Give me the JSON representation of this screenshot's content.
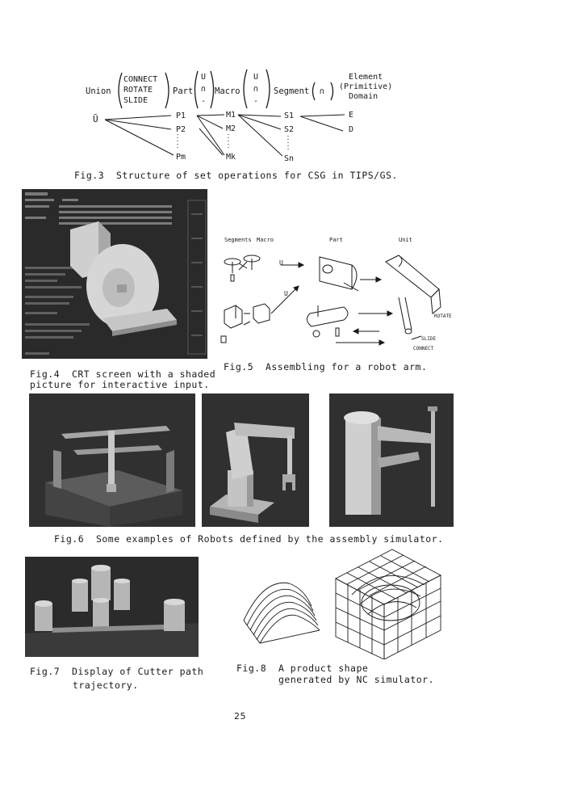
{
  "fig3": {
    "top": {
      "union": "Union",
      "ops": [
        "CONNECT",
        "ROTATE",
        "SLIDE"
      ],
      "part": "Part",
      "part_ops": [
        "U",
        "∩",
        "-"
      ],
      "macro": "Macro",
      "macro_ops": [
        "U",
        "∩",
        "-"
      ],
      "segment": "Segment",
      "segment_op": "∩",
      "element": "Element",
      "primitive": "(Primitive)",
      "domain": "Domain"
    },
    "tree": {
      "root": "Ū",
      "parts": [
        "P1",
        "P2",
        "Pm"
      ],
      "macros": [
        "M1",
        "M2",
        "Mk"
      ],
      "segments": [
        "S1",
        "S2",
        "Sn"
      ],
      "leaves": [
        "E",
        "D"
      ]
    },
    "caption": "Fig.3  Structure of set operations for CSG in TIPS/GS."
  },
  "fig4": {
    "caption_line1": "Fig.4  CRT screen with a shaded",
    "caption_line2": "picture for interactive input."
  },
  "fig5": {
    "labels": {
      "segments": "Segments",
      "macro": "Macro",
      "part": "Part",
      "unit": "Unit",
      "rotate": "ROTATE",
      "slide": "SLIDE",
      "connect": "CONNECT",
      "u1": "U",
      "u2": "U"
    },
    "caption": "Fig.5  Assembling for a robot arm."
  },
  "fig6": {
    "caption": "Fig.6  Some examples of Robots defined by the assembly simulator."
  },
  "fig7": {
    "caption_line1": "Fig.7  Display of Cutter path",
    "caption_line2": "trajectory."
  },
  "fig8": {
    "caption_line1": "Fig.8  A product shape",
    "caption_line2": "generated by NC simulator."
  },
  "page_number": "25"
}
